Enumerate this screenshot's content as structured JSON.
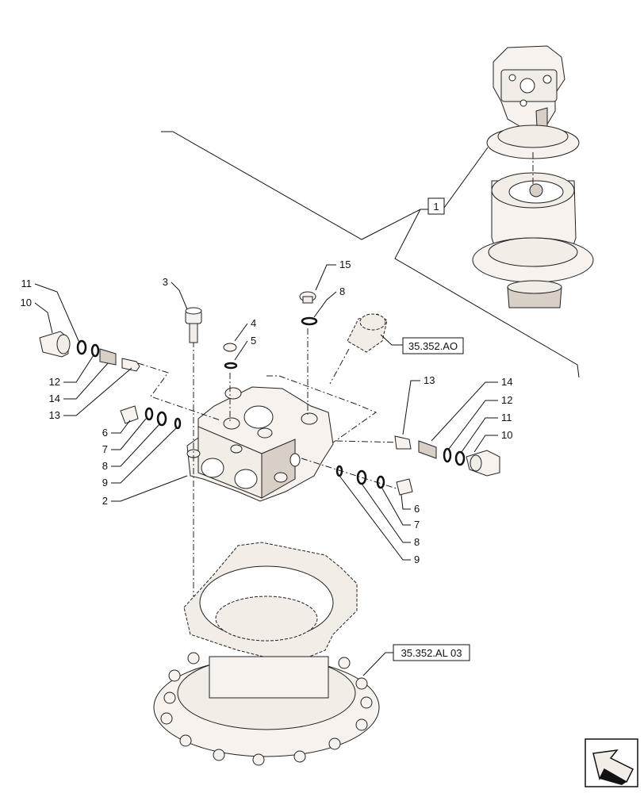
{
  "callouts": {
    "c1": "1",
    "c2": "2",
    "c3": "3",
    "c4": "4",
    "c5": "5",
    "c6_left": "6",
    "c7_left": "7",
    "c8_left": "8",
    "c9_left": "9",
    "c10_left": "10",
    "c11_left": "11",
    "c12_left": "12",
    "c13_left": "13",
    "c14_left": "14",
    "c15": "15",
    "c8_top": "8",
    "c13_right": "13",
    "c14_right": "14",
    "c12_right": "12",
    "c11_right": "11",
    "c10_right": "10",
    "c6_right": "6",
    "c7_right": "7",
    "c8_right": "8",
    "c9_right": "9"
  },
  "references": {
    "ref_ao": "35.352.AO",
    "ref_al": "35.352.AL 03"
  },
  "icons": {
    "nav": "exploded-view-arrow-icon"
  }
}
